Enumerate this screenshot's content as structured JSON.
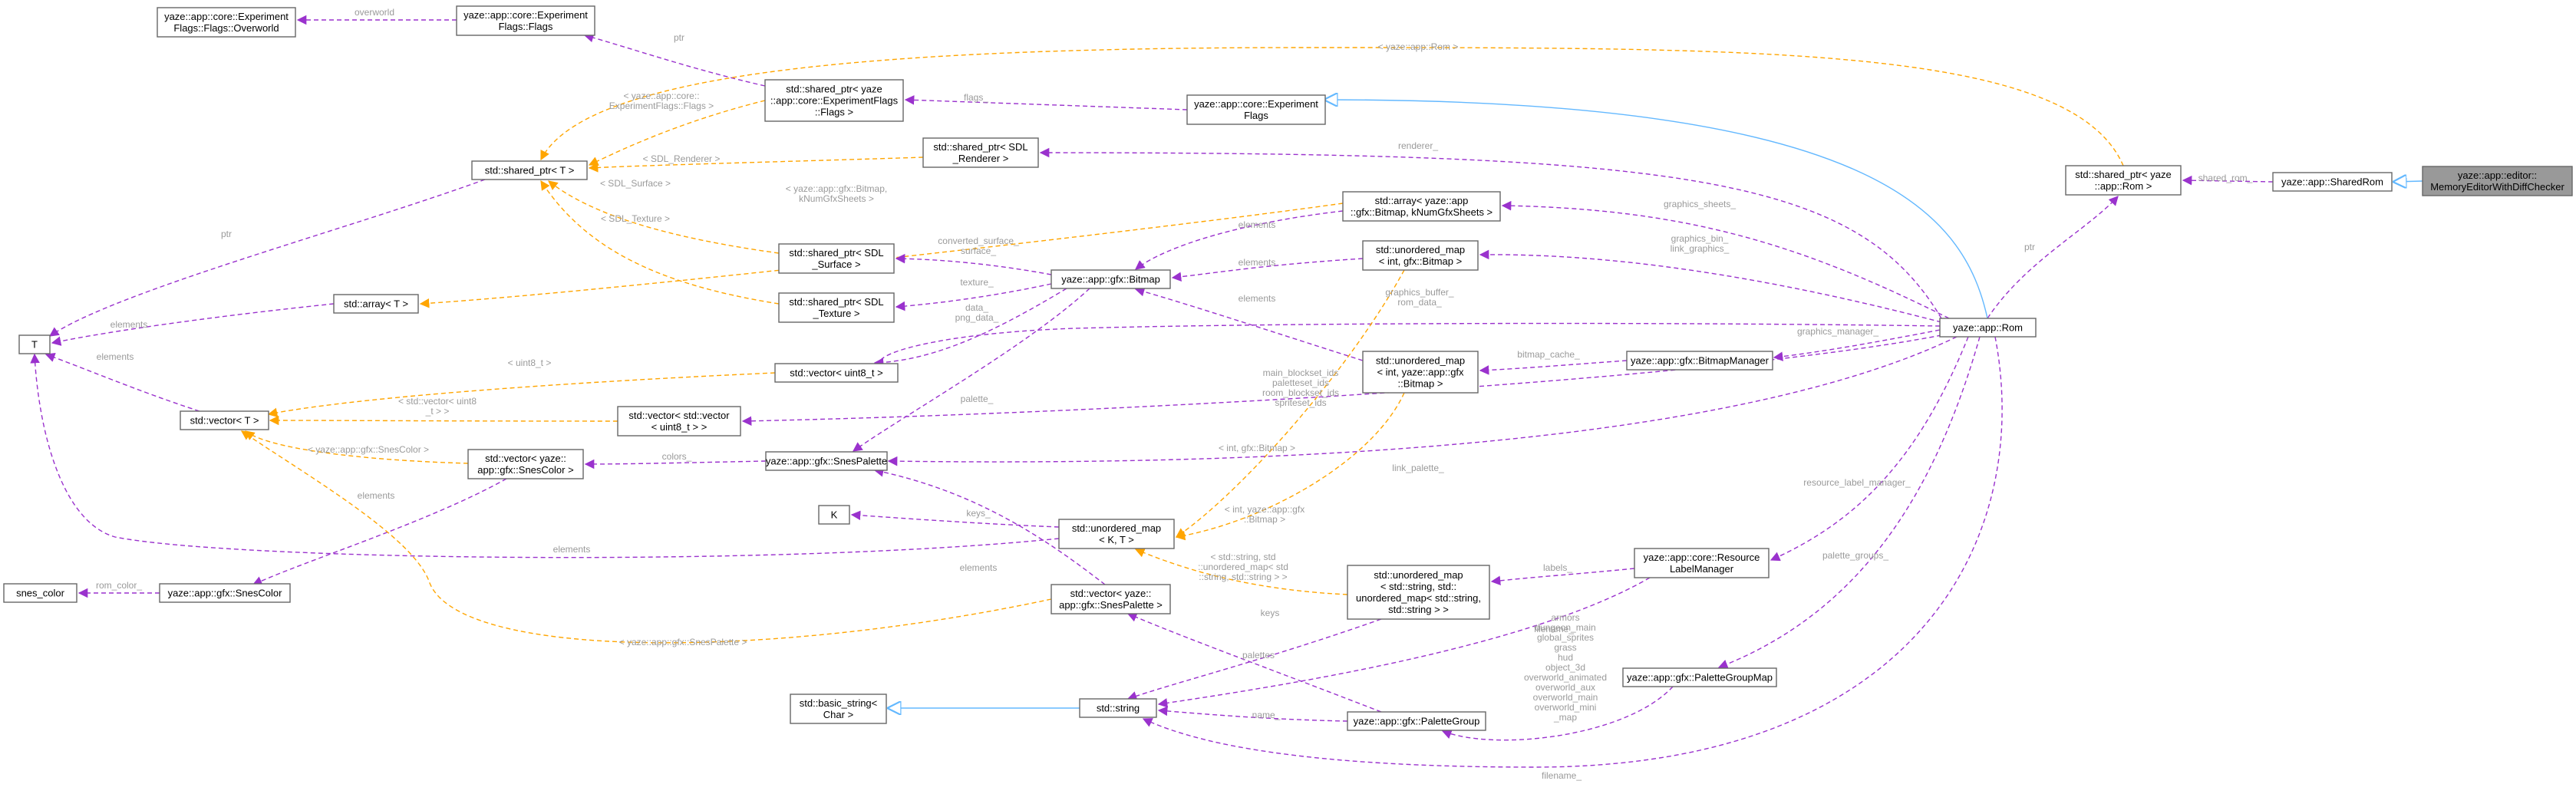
{
  "colors": {
    "usage_edge": "#9a32cd",
    "template_edge": "#ffa500",
    "inheritance_edge": "#63b8ff",
    "node_border": "#666666",
    "highlight_node": "#999999",
    "edge_label": "#9a9a9a"
  },
  "nodes": {
    "flags_overworld": [
      "yaze::app::core::Experiment",
      "Flags::Flags::Overworld"
    ],
    "flags_flags": [
      "yaze::app::core::Experiment",
      "Flags::Flags"
    ],
    "shared_ptr_T": [
      "std::shared_ptr< T >"
    ],
    "sp_expflags": [
      "std::shared_ptr< yaze",
      "::app::core::ExperimentFlags",
      "::Flags >"
    ],
    "exp_flags": [
      "yaze::app::core::Experiment",
      "Flags"
    ],
    "sp_sdl_renderer": [
      "std::shared_ptr< SDL",
      "_Renderer >"
    ],
    "sp_rom": [
      "std::shared_ptr< yaze",
      "::app::Rom >"
    ],
    "shared_rom": [
      "yaze::app::SharedRom"
    ],
    "memeditor": [
      "yaze::app::editor::",
      "MemoryEditorWithDiffChecker"
    ],
    "array_bitmap": [
      "std::array< yaze::app",
      "::gfx::Bitmap, kNumGfxSheets >"
    ],
    "sp_sdl_surface": [
      "std::shared_ptr< SDL",
      "_Surface >"
    ],
    "umap_int_bitmap": [
      "std::unordered_map",
      "< int, gfx::Bitmap >"
    ],
    "bitmap": [
      "yaze::app::gfx::Bitmap"
    ],
    "sp_sdl_texture": [
      "std::shared_ptr< SDL",
      "_Texture >"
    ],
    "array_T": [
      "std::array< T >"
    ],
    "T": [
      "T"
    ],
    "vector_uint8": [
      "std::vector< uint8_t >"
    ],
    "umap_int_gfxbitmap": [
      "std::unordered_map",
      "< int, yaze::app::gfx",
      "::Bitmap >"
    ],
    "bitmap_manager": [
      "yaze::app::gfx::BitmapManager"
    ],
    "rom": [
      "yaze::app::Rom"
    ],
    "vector_T": [
      "std::vector< T >"
    ],
    "vector_vector_uint8": [
      "std::vector< std::vector",
      "< uint8_t > >"
    ],
    "vector_snescolor": [
      "std::vector< yaze::",
      "app::gfx::SnesColor >"
    ],
    "snespalette": [
      "yaze::app::gfx::SnesPalette"
    ],
    "K": [
      "K"
    ],
    "umap_KT": [
      "std::unordered_map",
      "< K, T >"
    ],
    "resource_label_mgr": [
      "yaze::app::core::Resource",
      "LabelManager"
    ],
    "snes_color": [
      "snes_color"
    ],
    "snescolor": [
      "yaze::app::gfx::SnesColor"
    ],
    "vector_snespalette": [
      "std::vector< yaze::",
      "app::gfx::SnesPalette >"
    ],
    "umap_string": [
      "std::unordered_map",
      "< std::string, std::",
      "unordered_map< std::string,",
      " std::string > >"
    ],
    "palette_group_map": [
      "yaze::app::gfx::PaletteGroupMap"
    ],
    "basic_string": [
      "std::basic_string<",
      "Char >"
    ],
    "string": [
      "std::string"
    ],
    "palette_group": [
      "yaze::app::gfx::PaletteGroup"
    ]
  },
  "edge_labels": {
    "overworld": [
      "overworld"
    ],
    "ptr_flags": [
      "ptr"
    ],
    "rom_top": [
      "< yaze::app::Rom >"
    ],
    "flags_": [
      "flags_"
    ],
    "expflags_tpl": [
      "< yaze::app::core::",
      "ExperimentFlags::Flags >"
    ],
    "renderer_": [
      "renderer_"
    ],
    "shared_rom_": [
      "shared_rom_"
    ],
    "sdl_renderer_tpl": [
      "< SDL_Renderer >"
    ],
    "sdl_surface_tpl": [
      "< SDL_Surface >"
    ],
    "bitmap_array_tpl": [
      "< yaze::app::gfx::Bitmap,",
      " kNumGfxSheets >"
    ],
    "ptr_T": [
      "ptr"
    ],
    "ptr_rom": [
      "ptr"
    ],
    "graphics_sheets": [
      "graphics_sheets_"
    ],
    "sdl_texture_tpl": [
      "< SDL_Texture >"
    ],
    "elements_bitmap_arr": [
      "elements"
    ],
    "converted_surface": [
      "converted_surface_",
      "surface_"
    ],
    "graphics_bin": [
      "graphics_bin_",
      "link_graphics_"
    ],
    "elements_umap": [
      "elements"
    ],
    "texture_": [
      "texture_"
    ],
    "data_png": [
      "data_",
      "png_data_"
    ],
    "elements_array_T": [
      "elements"
    ],
    "graphics_buffer": [
      "graphics_buffer_",
      "rom_data_"
    ],
    "elements_umap2": [
      "elements"
    ],
    "elements_vector_T": [
      "elements"
    ],
    "uint8_tpl": [
      "< uint8_t >"
    ],
    "palette_": [
      "palette_"
    ],
    "bitmap_cache": [
      "bitmap_cache_"
    ],
    "graphics_manager": [
      "graphics_manager_"
    ],
    "blockset_ids": [
      "main_blockset_ids",
      "paletteset_ids",
      "room_blockset_ids",
      "spriteset_ids"
    ],
    "vecvec_tpl": [
      "< std::vector< uint8",
      "_t > >"
    ],
    "int_gfxbitmap_tpl": [
      "< int, gfx::Bitmap >"
    ],
    "colors_": [
      "colors_"
    ],
    "snescolor_tpl": [
      "< yaze::app::gfx::SnesColor >"
    ],
    "link_palette": [
      "link_palette_"
    ],
    "elements_snescolor": [
      "elements"
    ],
    "keys_": [
      "keys_"
    ],
    "elements_KT": [
      "elements"
    ],
    "int_yaze_bitmap_tpl": [
      "< int, yaze::app::gfx",
      "::Bitmap >"
    ],
    "resource_label_manager": [
      "resource_label_manager_"
    ],
    "rom_color": [
      "rom_color_"
    ],
    "labels_": [
      "labels_"
    ],
    "string_umap_tpl": [
      "< std::string, std",
      "::unordered_map< std",
      "::string, std::string > >"
    ],
    "elements_vec_palette": [
      "elements"
    ],
    "palette_groups": [
      "palette_groups_"
    ],
    "keys2": [
      "keys"
    ],
    "filename_rlm": [
      "filename_"
    ],
    "snespalette_tpl": [
      "< yaze::app::gfx::SnesPalette >"
    ],
    "palette_names": [
      "armors",
      "dungeon_main",
      "global_sprites",
      "grass",
      "hud",
      "object_3d",
      "overworld_animated",
      "overworld_aux",
      "overworld_main",
      "overworld_mini",
      "_map"
    ],
    "palettes_": [
      "palettes"
    ],
    "name_": [
      "name_"
    ],
    "filename_bottom": [
      "filename_"
    ]
  }
}
